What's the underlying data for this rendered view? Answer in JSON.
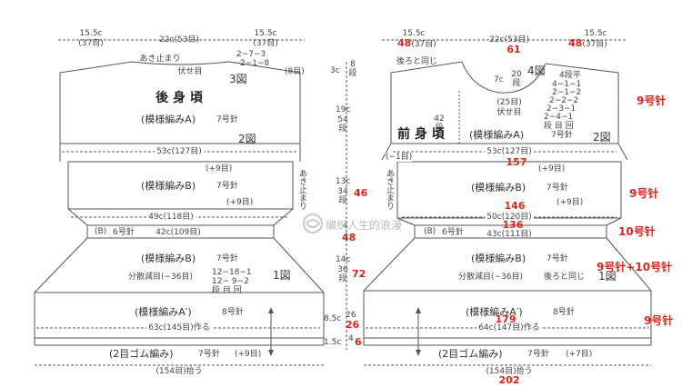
{
  "back": {
    "top": {
      "s1": "15.5c",
      "s1b": "(37目)",
      "mid": "22c(53目)",
      "s2": "15.5c",
      "s2b": "(37目)"
    },
    "neck": {
      "stop": "あき止まり",
      "fuse": "伏せ目",
      "r1": "2−7−3",
      "r2": "2−1−8",
      "r3": "(8目)"
    },
    "fig3": "3図",
    "title": "後 身 頃",
    "patA": "(模様編みA)",
    "needle7": "7号針",
    "fig2": "2図",
    "w53": "53c(127目)",
    "plus9a": "(+9目)",
    "patB": "(模様編みB)",
    "needle7b": "7号針",
    "plus9b": "(+9目)",
    "w49": "49c(118目)",
    "bandB": "(B)",
    "needle6": "6号針",
    "w42": "42c(109目)",
    "patB2": "(模様編みB)",
    "needle7c": "7号針",
    "dec": "分散減目(−36目)",
    "dec1": "12−18−1",
    "dec2": "12−  9−2",
    "dec3": "段  目  回",
    "fig1": "1図",
    "patA2": "(模様編みA′)",
    "needle8": "8号針",
    "w63": "63c(145目)作る",
    "rib": "(2目ゴム編み)",
    "needle7d": "7号針",
    "plus9c": "(+9目)",
    "pick": "(154目)拾う"
  },
  "mid": {
    "v1": "3c",
    "v1b": "8",
    "v1c": "段",
    "v2": "19c",
    "v2b": "54",
    "v2c": "段",
    "v3": "13c",
    "v3b": "34",
    "v3c": "段",
    "v3r": "46",
    "stop": "あき止まり",
    "v4b": "4",
    "v4r": "48",
    "v5": "14c",
    "v5b": "36",
    "v5c": "段",
    "v5r": "72",
    "v6": "8.5c",
    "v6b": "26",
    "v6r": "26",
    "v7": "1.5c",
    "v7b": "4",
    "v7r": "6",
    "watermark": "编织人生的浪漫"
  },
  "front": {
    "top": {
      "s1": "15.5c",
      "s1b": "(37目)",
      "r1": "48",
      "mid": "22c(53目)",
      "midr": "61",
      "s2": "15.5c",
      "s2b": "(37目)",
      "r2": "48"
    },
    "same": "後ろと同じ",
    "neck": {
      "n7": "7c",
      "n20": "20",
      "ndan": "段",
      "c25": "(25目)",
      "fuse": "伏せ目",
      "fig4": "4図",
      "flat": "4段平",
      "r1": "4−1−1",
      "r2": "2−1−2",
      "r3": "2−2−2",
      "r4": "2−3−1",
      "r5": "2−4−1",
      "r6": "段 目 回"
    },
    "v42": "42",
    "v42b": "段",
    "title": "前 身 頃",
    "patA": "(模様編みA)",
    "needle7": "7号針",
    "fig2": "2図",
    "minus1": "(−1目)",
    "w53": "53c(127目)",
    "red157": "157",
    "plus9a": "(+9目)",
    "stop": "あき止まり",
    "patB": "(模様編みB)",
    "needle7b": "7号針",
    "red146": "146",
    "plus9b": "(+9目)",
    "w50": "50c(120目)",
    "red136": "136",
    "bandB": "(B)",
    "needle6": "6号針",
    "w43": "43c(111目)",
    "patB2": "(模様編みB)",
    "needle7c": "7号針",
    "dec": "分散減目(−36目)",
    "same2": "後ろと同じ",
    "fig1": "1図",
    "patA2": "(模様編みA′)",
    "needle8": "8号針",
    "w64": "64c(147目)作る",
    "red179": "179",
    "rib": "(2目ゴム編み)",
    "needle7d": "7号針",
    "plus7": "(+7目)",
    "pick": "(154目)拾う",
    "red202": "202"
  },
  "notes": {
    "n1": "9号针",
    "n2": "9号针",
    "n3": "10号针",
    "n4": "9号针+10号针",
    "n5": "9号针"
  }
}
